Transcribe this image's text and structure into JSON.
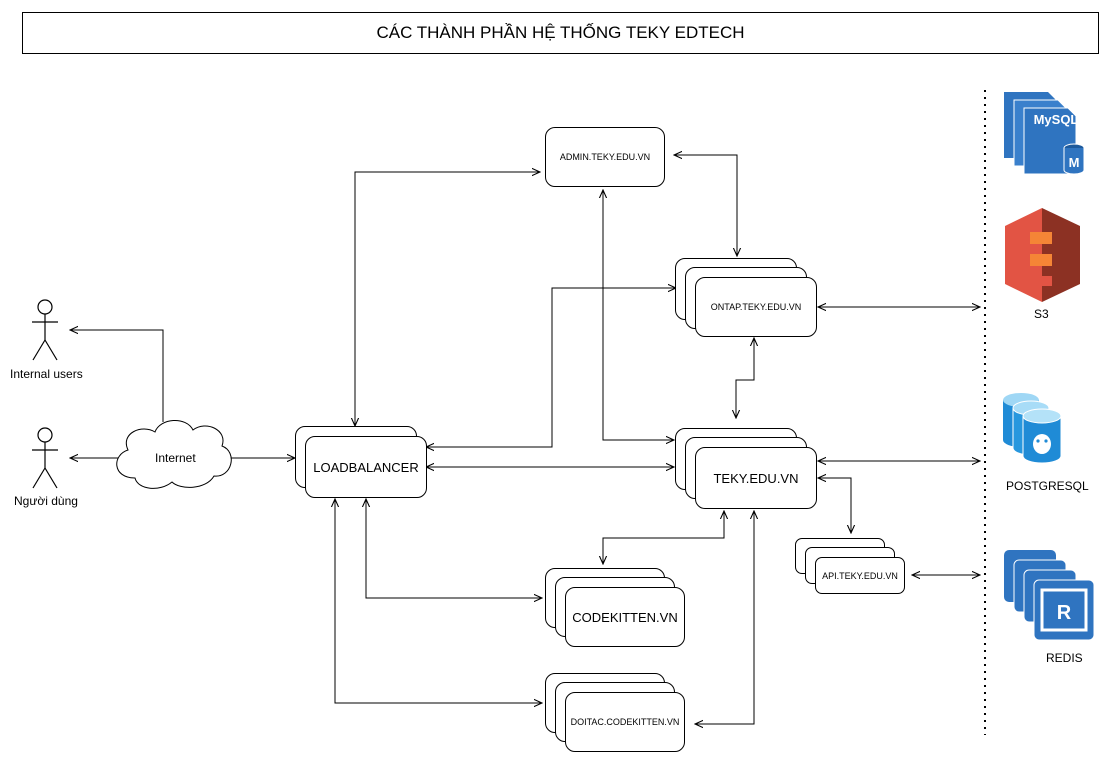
{
  "title": "CÁC THÀNH PHẦN HỆ THỐNG TEKY EDTECH",
  "actors": {
    "internal": "Internal users",
    "user": "Người dùng"
  },
  "internet": "Internet",
  "nodes": {
    "loadbalancer": "LOADBALANCER",
    "admin": "ADMIN.TEKY.EDU.VN",
    "ontap": "ONTAP.TEKY.EDU.VN",
    "teky": "TEKY.EDU.VN",
    "api": "API.TEKY.EDU.VN",
    "codekitten": "CODEKITTEN.VN",
    "doitac": "DOITAC.CODEKITTEN.VN"
  },
  "services": {
    "mysql": "MySQL",
    "mysql_icon_letter": "M",
    "s3": "S3",
    "postgres": "POSTGRESQL",
    "redis": "REDIS",
    "redis_icon_letter": "R"
  },
  "colors": {
    "mysql": "#2f74c0",
    "s3": "#e25444",
    "postgres": "#1f8bd6",
    "redis": "#2f74c0"
  }
}
